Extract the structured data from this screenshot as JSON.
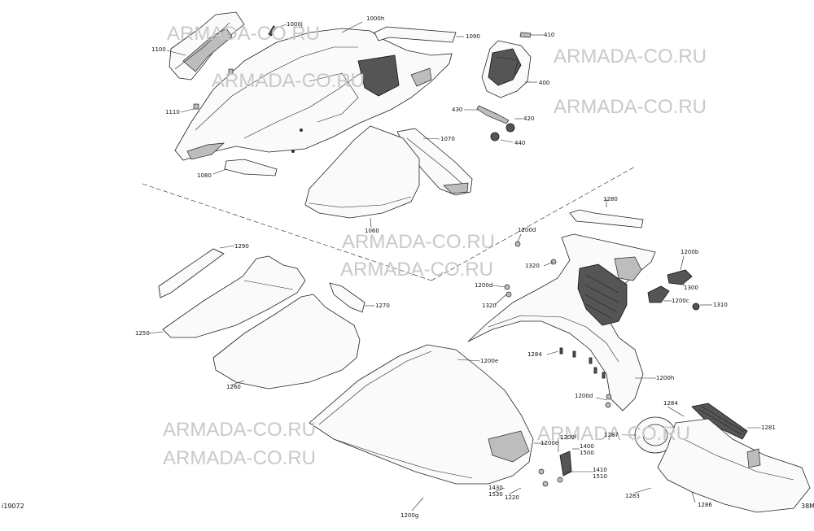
{
  "watermark": "ARMADA-CO.RU",
  "corner_left": "i19072",
  "corner_right": "38M",
  "labels": {
    "l1000j": "1000j",
    "l1000h": "1000h",
    "l1090": "1090",
    "l410": "410",
    "l1100": "1100",
    "l400": "400",
    "l1110": "1110",
    "l430": "430",
    "l420": "420",
    "l440": "440",
    "l1070": "1070",
    "l1080": "1080",
    "l1060": "1060",
    "l1280": "1280",
    "l1200d_a": "1200d",
    "l1290": "1290",
    "l1320_a": "1320",
    "l1200b": "1200b",
    "l1300": "1300",
    "l1200d_b": "1200d",
    "l1320_b": "1320",
    "l1200c": "1200c",
    "l1310": "1310",
    "l1270": "1270",
    "l1250": "1250",
    "l1284_a": "1284",
    "l1200e_a": "1200e",
    "l1200h": "1200h",
    "l1260": "1260",
    "l1200d_c": "1200d",
    "l1284_b": "1284",
    "l1281": "1281",
    "l1287": "1287",
    "l1200e_b": "1200e",
    "l1200f": "1200f",
    "l1400": "1400",
    "l1500": "1500",
    "l1410": "1410",
    "l1510": "1510",
    "l1430": "1430",
    "l1530": "1530",
    "l1220": "1220",
    "l1283": "1283",
    "l1286": "1286",
    "l1200g": "1200g"
  }
}
